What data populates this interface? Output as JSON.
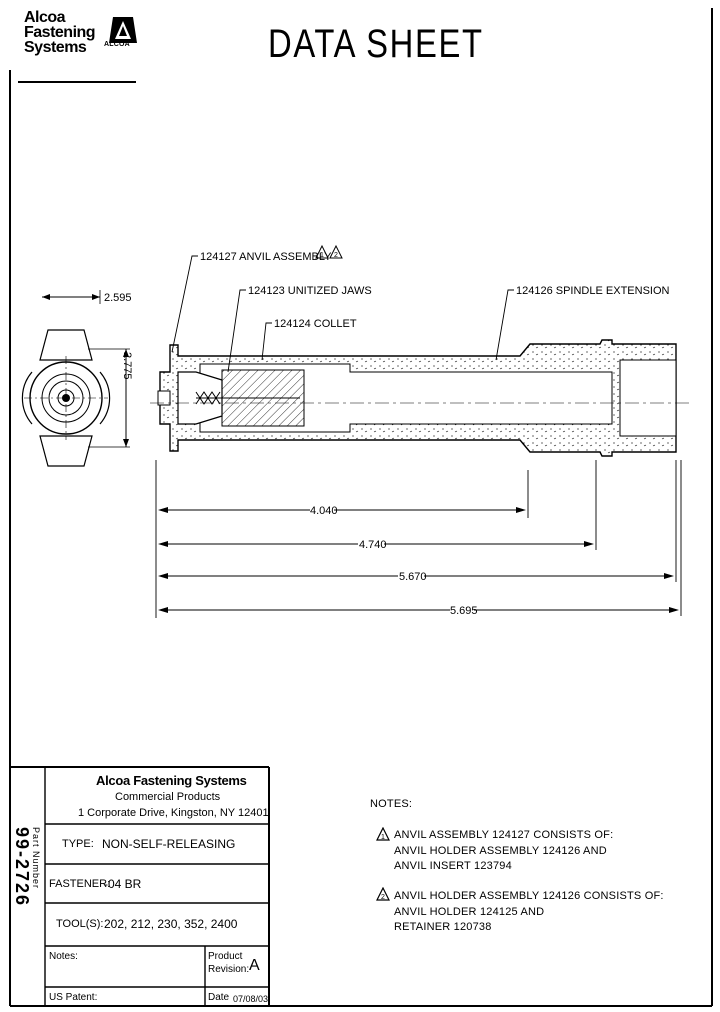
{
  "brand": {
    "line1": "Alcoa",
    "line2": "Fastening",
    "line3": "Systems",
    "logo_text": "ALCOA",
    "logo_icon": "alcoa-logo-icon"
  },
  "title": "DATA SHEET",
  "drawing": {
    "callouts": {
      "anvil_assembly": "124127 ANVIL ASSEMBLY",
      "unitized_jaws": "124123 UNITIZED JAWS",
      "collet": "124124 COLLET",
      "spindle_extension": "124126 SPINDLE EXTENSION"
    },
    "side_dims": {
      "width": "2.595",
      "height": "2.775"
    },
    "length_dims": [
      "4.040",
      "4.740",
      "5.670",
      "5.695"
    ]
  },
  "title_block": {
    "company": "Alcoa Fastening Systems",
    "division": "Commercial Products",
    "address": "1 Corporate Drive, Kingston, NY 12401",
    "type_label": "TYPE:",
    "type_value": "NON-SELF-RELEASING",
    "fastener_label": "FASTENER:",
    "fastener_value": "-04 BR",
    "tools_label": "TOOL(S):",
    "tools_value": "202, 212, 230, 352, 2400",
    "notes_label": "Notes:",
    "product_label_1": "Product",
    "product_label_2": "Revision:",
    "revision": "A",
    "patent_label": "US Patent:",
    "date_label": "Date",
    "date_value": "07/08/03",
    "part_number_label": "Part Number",
    "part_number": "99-2726"
  },
  "notes": {
    "heading": "NOTES:",
    "note1": {
      "number": "1",
      "line1": "ANVIL ASSEMBLY 124127 CONSISTS OF:",
      "line2": "ANVIL HOLDER ASSEMBLY 124126 AND",
      "line3": "ANVIL INSERT 123794"
    },
    "note2": {
      "number": "2",
      "line1": "ANVIL HOLDER ASSEMBLY 124126 CONSISTS OF:",
      "line2": "ANVIL HOLDER 124125 AND",
      "line3": "RETAINER 120738"
    }
  }
}
